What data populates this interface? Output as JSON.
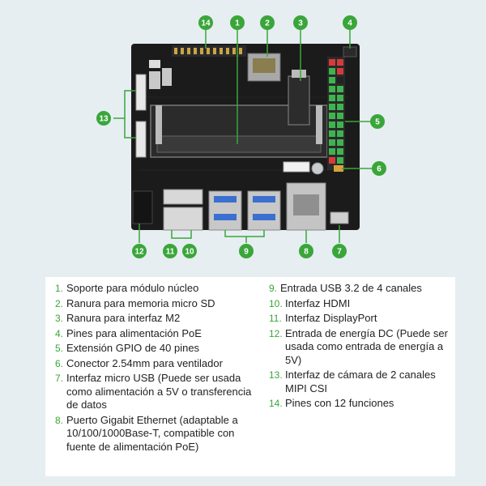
{
  "callouts": [
    {
      "num": "1"
    },
    {
      "num": "2"
    },
    {
      "num": "3"
    },
    {
      "num": "4"
    },
    {
      "num": "5"
    },
    {
      "num": "6"
    },
    {
      "num": "7"
    },
    {
      "num": "8"
    },
    {
      "num": "9"
    },
    {
      "num": "10"
    },
    {
      "num": "11"
    },
    {
      "num": "12"
    },
    {
      "num": "13"
    },
    {
      "num": "14"
    }
  ],
  "legend": {
    "left": [
      {
        "num": "1.",
        "text": "Soporte para módulo núcleo"
      },
      {
        "num": "2.",
        "text": "Ranura para memoria micro SD"
      },
      {
        "num": "3.",
        "text": "Ranura para interfaz M2"
      },
      {
        "num": "4.",
        "text": "Pines para alimentación PoE"
      },
      {
        "num": "5.",
        "text": "Extensión GPIO de 40 pines"
      },
      {
        "num": "6.",
        "text": "Conector 2.54mm para ventilador"
      },
      {
        "num": "7.",
        "text": "Interfaz micro USB (Puede ser usada como alimentación a 5V o transferencia de datos"
      },
      {
        "num": "8.",
        "text": "Puerto Gigabit Ethernet (adaptable a 10/100/1000Base-T, compatible con fuente de alimentación PoE)"
      }
    ],
    "right": [
      {
        "num": "9.",
        "text": "Entrada USB 3.2 de 4 canales"
      },
      {
        "num": "10.",
        "text": "Interfaz HDMI"
      },
      {
        "num": "11.",
        "text": "Interfaz DisplayPort"
      },
      {
        "num": "12.",
        "text": "Entrada de energía DC (Puede ser usada como entrada de energía a 5V)"
      },
      {
        "num": "13.",
        "text": "Interfaz de cámara de 2 canales MIPI CSI"
      },
      {
        "num": "14.",
        "text": "Pines con 12 funciones"
      }
    ]
  },
  "colors": {
    "accent": "#3aa63a",
    "board": "#1b1b1b",
    "background": "#e6eef2"
  }
}
